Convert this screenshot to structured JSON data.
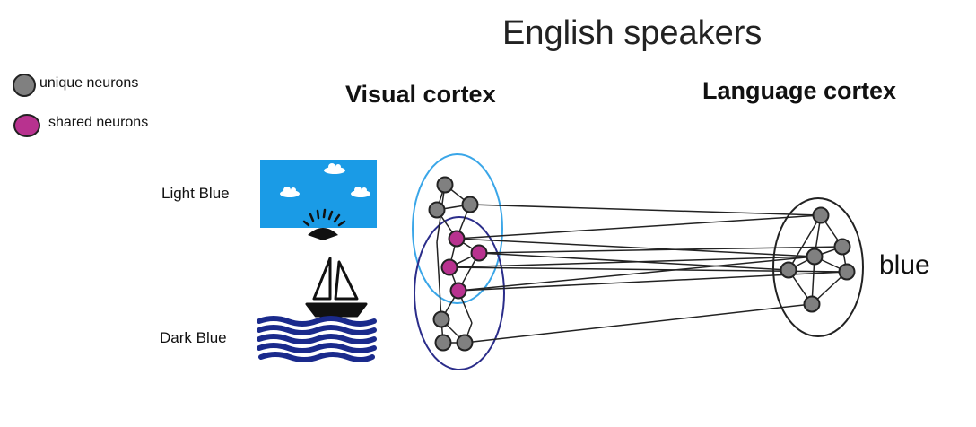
{
  "title": "English speakers",
  "headings": {
    "visual": "Visual cortex",
    "language": "Language cortex"
  },
  "legend": {
    "unique": "unique neurons",
    "shared": "shared neurons"
  },
  "stimuli": {
    "light": "Light Blue",
    "dark": "Dark Blue"
  },
  "word": "blue",
  "colors": {
    "unique_neuron": "#808080",
    "shared_neuron": "#b8328f",
    "sky": "#1a9be6",
    "water": "#1a2a8c",
    "light_region": "#3aa6e8",
    "dark_region": "#2b2d8a",
    "line": "#222222"
  },
  "icons": [
    "clouds-icon",
    "sun-icon",
    "sailboat-icon",
    "waves-icon"
  ]
}
